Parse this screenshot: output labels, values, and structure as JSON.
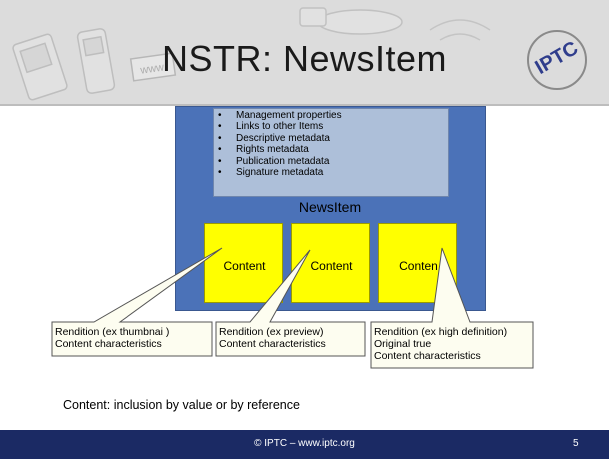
{
  "title": "NSTR: NewsItem",
  "logo_text": "IPTC",
  "header_deco": {
    "sign_text": "www"
  },
  "metadata_items": [
    "Management properties",
    "Links to other Items",
    "Descriptive metadata",
    "Rights metadata",
    "Publication metadata",
    "Signature metadata"
  ],
  "newsitem_label": "NewsItem",
  "content_labels": [
    "Content",
    "Content",
    "Conten"
  ],
  "renditions": [
    {
      "lines": [
        "Rendition (ex thumbnai )",
        "Content characteristics"
      ]
    },
    {
      "lines": [
        "Rendition (ex preview)",
        "Content characteristics"
      ]
    },
    {
      "lines": [
        "Rendition (ex high definition)",
        "Original true",
        "Content characteristics"
      ]
    }
  ],
  "bottom_note": "Content: inclusion by value or by reference",
  "footer": {
    "text": "© IPTC – www.iptc.org",
    "page": "5"
  },
  "colors": {
    "container": "#4b72b8",
    "metadata_box": "#adbfd9",
    "content": "#ffff00",
    "callout": "#fdfdf0",
    "footer": "#1b2a64"
  }
}
